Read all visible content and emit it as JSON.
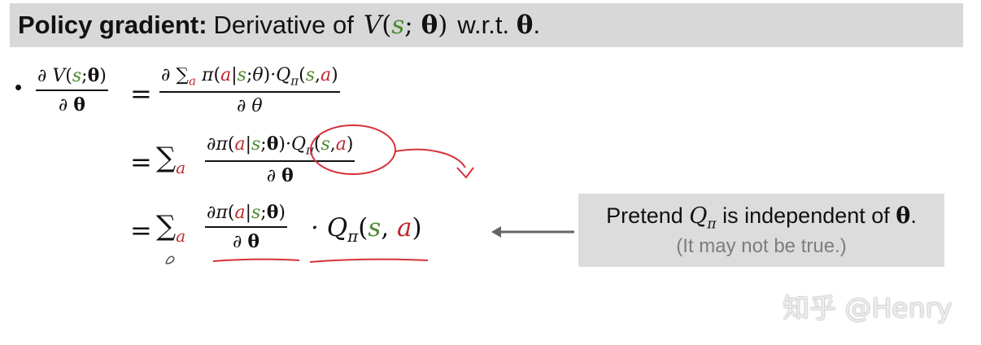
{
  "title": {
    "bold_text": "Policy gradient:",
    "text": "Derivative of",
    "wrt": "w.r.t."
  },
  "equations": {
    "bullet": "•",
    "lhs": {
      "partial_V": "∂ V",
      "den": "∂"
    },
    "line1": {
      "num_prefix": "∂ ∑",
      "num_pi": "π",
      "num_q": "·Q",
      "den": "∂ θ"
    },
    "line2": {
      "num_prefix": "∂π",
      "num_q": "·Q",
      "den": "∂"
    },
    "line3": {
      "num_prefix": "∂π",
      "den": "∂",
      "tail": "· Q"
    },
    "sym": {
      "s": "s",
      "a": "a",
      "theta_bold": "θ",
      "theta": "θ",
      "pi": "π",
      "eq": "=",
      "sum": "∑",
      "V": "V",
      "bar": "|",
      "semi": ";",
      "comma": ",",
      "lp": "(",
      "rp": ")"
    }
  },
  "note": {
    "line1_prefix": "Pretend",
    "q": "Q",
    "pi": "π",
    "line1_suffix": "is independent of",
    "theta": "θ",
    "period": ".",
    "line2": "(It may not be true.)"
  },
  "watermark": "知乎 @Henry",
  "colors": {
    "green": "#4c8a2e",
    "red": "#c0282d",
    "annotation": "#d6323a",
    "arrow": "#666666",
    "title_bg": "#d8d8d8",
    "note_bg": "#dcdcdc"
  }
}
